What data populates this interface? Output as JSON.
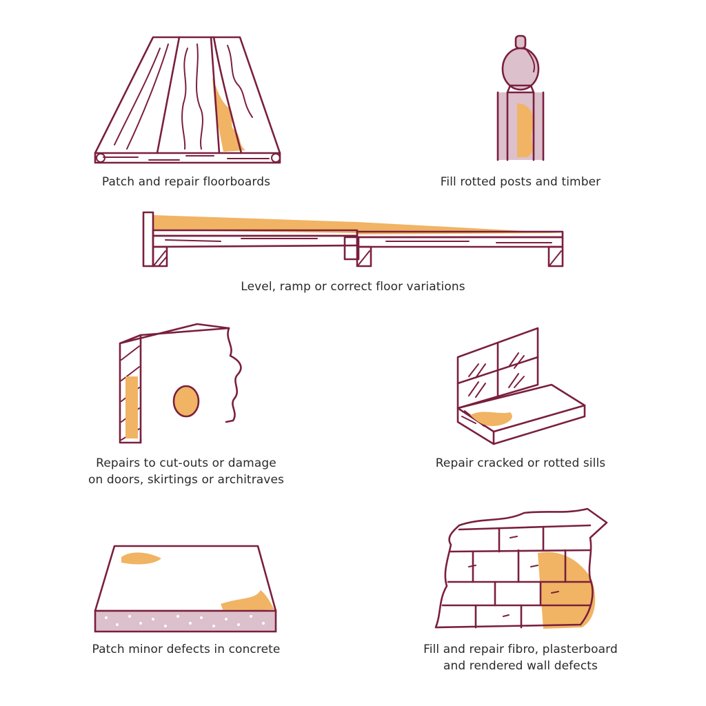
{
  "colors": {
    "stroke": "#7a1f3d",
    "filler": "#f0b464",
    "tint": "#dcc0cb",
    "background": "#ffffff"
  },
  "captions": {
    "floorboards": "Patch and repair floorboards",
    "posts": "Fill rotted posts and timber",
    "floor_level": "Level, ramp or correct floor variations",
    "doors_line1": "Repairs to cut-outs or damage",
    "doors_line2": "on doors, skirtings or architraves",
    "sills": "Repair cracked or rotted sills",
    "concrete": "Patch minor defects in concrete",
    "walls_line1": "Fill and repair fibro, plasterboard",
    "walls_line2": "and rendered wall defects"
  }
}
